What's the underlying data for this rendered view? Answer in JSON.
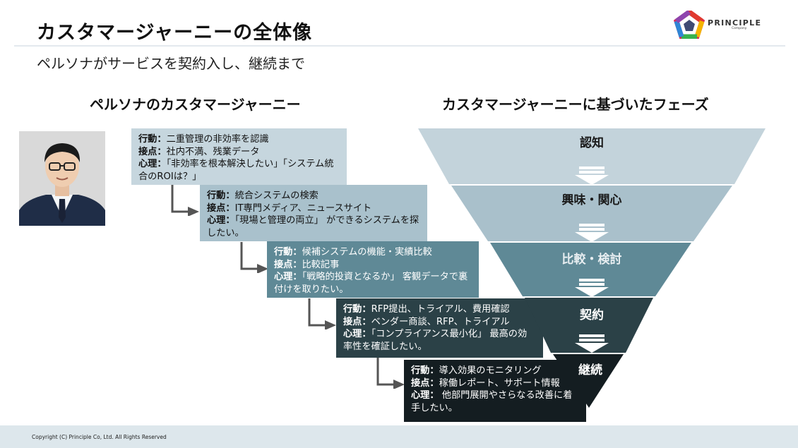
{
  "header": {
    "title": "カスタマージャーニーの全体像",
    "subtitle": "ペルソナがサービスを契約入し、継続まで",
    "logo_text": "PRINCIPLE",
    "logo_subtext": "Company"
  },
  "sections": {
    "left_heading": "ペルソナのカスタマージャーニー",
    "right_heading": "カスタマージャーニーに基づいたフェーズ"
  },
  "labels": {
    "action": "行動：",
    "touchpoint": "接点：",
    "psychology": "心理："
  },
  "cards": [
    {
      "action": "二重管理の非効率を認識",
      "touchpoint": "社内不満、残業データ",
      "psychology": "「非効率を根本解決したい」「システム統合のROIは？」",
      "bg": "#c6d6de",
      "fg": "#111111"
    },
    {
      "action": "統合システムの検索",
      "touchpoint": "IT専門メディア、ニュースサイト",
      "psychology": "「現場と管理の両立」 ができるシステムを探したい。",
      "bg": "#a9c1cc",
      "fg": "#111111"
    },
    {
      "action": "候補システムの機能・実績比較",
      "touchpoint": "比較記事",
      "psychology": "「戦略的投資となるか」 客観データで裏付けを取りたい。",
      "bg": "#5f8996",
      "fg": "#ffffff"
    },
    {
      "action": "RFP提出、トライアル、費用確認",
      "touchpoint": "ベンダー商談、RFP、トライアル",
      "psychology": "「コンプライアンス最小化」 最高の効率性を確証したい。",
      "bg": "#2b4147",
      "fg": "#ffffff"
    },
    {
      "action": "導入効果のモニタリング",
      "touchpoint": "稼働レポート、サポート情報",
      "psychology": " 他部門展開やさらなる改善に着手したい。",
      "bg": "#141d21",
      "fg": "#ffffff"
    }
  ],
  "phases": [
    {
      "label": "認知",
      "color": "#c3d3db",
      "text_color": "#1a1a1a"
    },
    {
      "label": "興味・関心",
      "color": "#a9c0cb",
      "text_color": "#1a1a1a"
    },
    {
      "label": "比較・検討",
      "color": "#5f8996",
      "text_color": "#e8eef1"
    },
    {
      "label": "契約",
      "color": "#2b4147",
      "text_color": "#ffffff"
    },
    {
      "label": "継続",
      "color": "#141d21",
      "text_color": "#ffffff"
    }
  ],
  "footer": {
    "copyright": "Copyright (C) Principle Co, Ltd. All Rights Reserved"
  }
}
